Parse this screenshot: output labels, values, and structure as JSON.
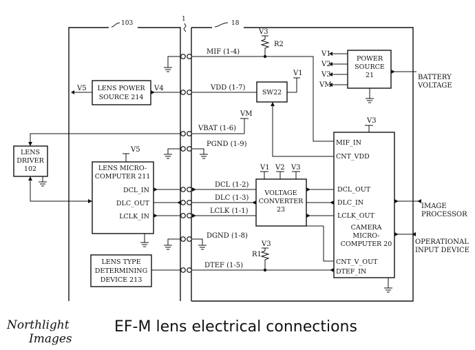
{
  "refs": {
    "lens_unit": "103",
    "mount": "1",
    "camera_body": "18"
  },
  "blocks": {
    "lens_driver": [
      "LENS",
      "DRIVER",
      "102"
    ],
    "lens_power_source": [
      "LENS POWER",
      "SOURCE 214"
    ],
    "lens_micro": [
      "LENS MICRO-",
      "COMPUTER 211"
    ],
    "lens_type": [
      "LENS TYPE",
      "DETERMINING",
      "DEVICE 213"
    ],
    "sw22": "SW22",
    "voltage_converter": [
      "VOLTAGE",
      "CONVERTER",
      "23"
    ],
    "power_source": [
      "POWER",
      "SOURCE",
      "21"
    ],
    "camera_micro": [
      "CAMERA",
      "MICRO-",
      "COMPUTER 20"
    ]
  },
  "ports": {
    "lens_micro": [
      "DCL_IN",
      "DLC_OUT",
      "LCLK_IN"
    ],
    "camera_micro": [
      "MIF_IN",
      "CNT_VDD",
      "DCL_OUT",
      "DLC_IN",
      "LCLK_OUT",
      "CNT_V_OUT",
      "DTEF_IN"
    ]
  },
  "signals": {
    "mif": "MIF (1-4)",
    "vdd": "VDD (1-7)",
    "vbat": "VBAT (1-6)",
    "pgnd": "PGND (1-9)",
    "dcl": "DCL (1-2)",
    "dlc": "DLC (1-3)",
    "lclk": "LCLK (1-1)",
    "dgnd": "DGND (1-8)",
    "dtef": "DTEF (1-5)"
  },
  "rails": {
    "v1": "V1",
    "v2": "V2",
    "v3": "V3",
    "v4": "V4",
    "v5": "V5",
    "vm": "VM",
    "r1": "R1",
    "r2": "R2"
  },
  "external": {
    "battery": [
      "BATTERY",
      "VOLTAGE"
    ],
    "image_processor": [
      "IMAGE",
      "PROCESSOR"
    ],
    "operational_input": [
      "OPERATIONAL",
      "INPUT DEVICE"
    ]
  },
  "footer": {
    "logo_line1": "Northlight",
    "logo_line2": "Images",
    "caption": "EF-M  lens  electrical  connections"
  }
}
